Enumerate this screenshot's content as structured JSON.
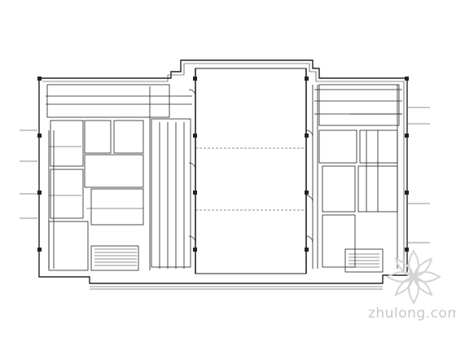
{
  "drawing": {
    "type": "floor-plan",
    "colors": {
      "linework": "#222222",
      "watermark": "#c8c8c8",
      "background": "#ffffff"
    }
  },
  "watermark": {
    "text": "zhulong.com",
    "logo_icon": "zhulong-flower-logo"
  }
}
